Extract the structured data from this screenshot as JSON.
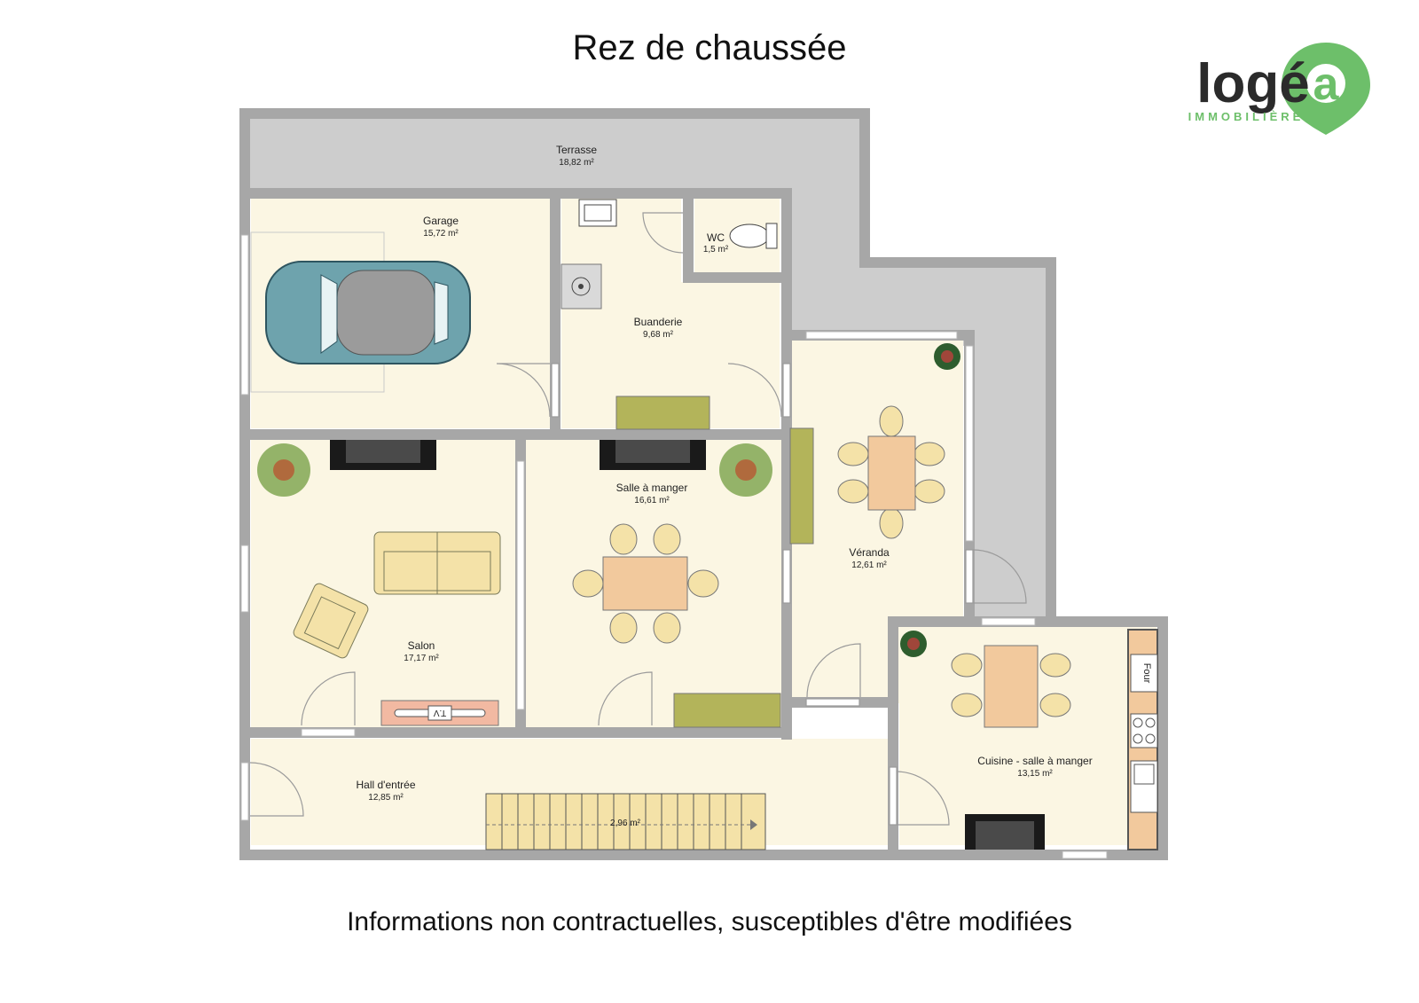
{
  "title": "Rez de chaussée",
  "disclaimer": "Informations non contractuelles, susceptibles d'être modifiées",
  "logo": {
    "wordmark": "logéa",
    "tagline": "IMMOBILIÈRE",
    "brand_color": "#6dbf6a",
    "text_color": "#2b2b2b"
  },
  "colors": {
    "floor": "#fbf6e3",
    "wall": "#a7a7a7",
    "terrace": "#cdcdcd",
    "furniture_green": "#b3b45a",
    "table": "#f2c99d",
    "chair": "#f4e2a8",
    "car": "#6ea3ad",
    "tv_stand": "#f2b9a2"
  },
  "rooms": {
    "terrasse": {
      "name": "Terrasse",
      "area": "18,82 m²"
    },
    "garage": {
      "name": "Garage",
      "area": "15,72 m²"
    },
    "wc": {
      "name": "WC",
      "area": "1,5 m²"
    },
    "buanderie": {
      "name": "Buanderie",
      "area": "9,68 m²"
    },
    "salle_a_manger": {
      "name": "Salle à manger",
      "area": "16,61 m²"
    },
    "veranda": {
      "name": "Véranda",
      "area": "12,61 m²"
    },
    "salon": {
      "name": "Salon",
      "area": "17,17 m²"
    },
    "cuisine": {
      "name": "Cuisine - salle à manger",
      "area": "13,15 m²"
    },
    "hall": {
      "name": "Hall d'entrée",
      "area": "12,85 m²"
    },
    "escalier": {
      "area": "2,96 m²"
    }
  },
  "appliances": {
    "oven_label": "Four",
    "tv_label": "T.V"
  }
}
